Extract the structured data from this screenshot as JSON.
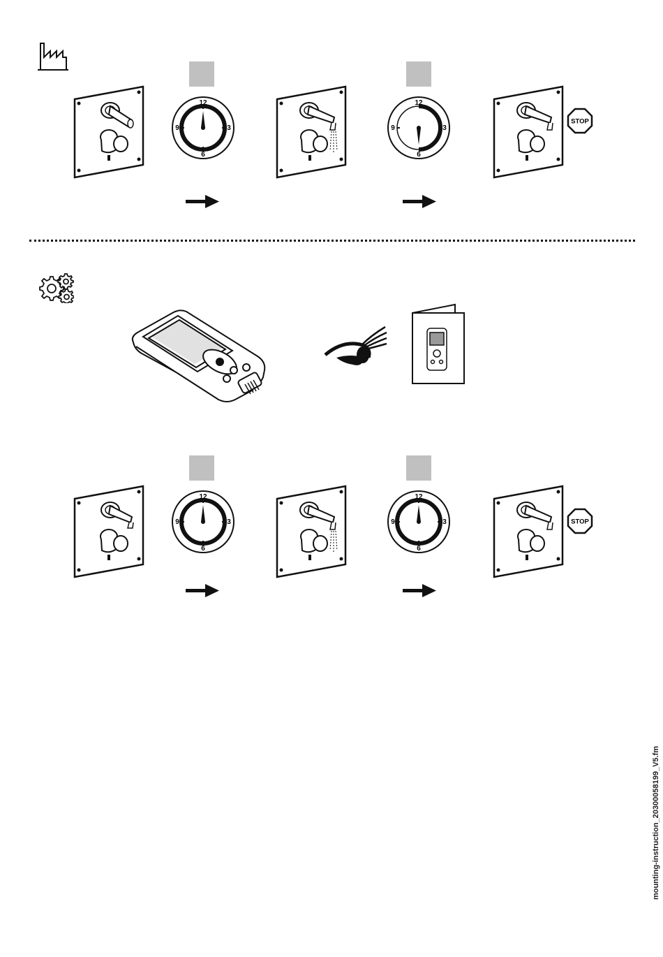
{
  "icons": {
    "factory": "factory-icon",
    "service": "gears-icon",
    "view": "eye-icon",
    "manual": "manual-booklet-icon",
    "device": "handheld-programmer-icon",
    "stop": "stop-sign-icon",
    "arrow": "arrow-right-icon"
  },
  "colors": {
    "line": "#111111",
    "box": "#c0c0c0",
    "background": "#ffffff"
  },
  "clock": {
    "n12": "12",
    "n3": "3",
    "n6": "6",
    "n9": "9"
  },
  "stop_label": "STOP",
  "faucet_mark": "0",
  "footer": {
    "filename": "mounting-instruction_20300058199_V5.fm"
  }
}
